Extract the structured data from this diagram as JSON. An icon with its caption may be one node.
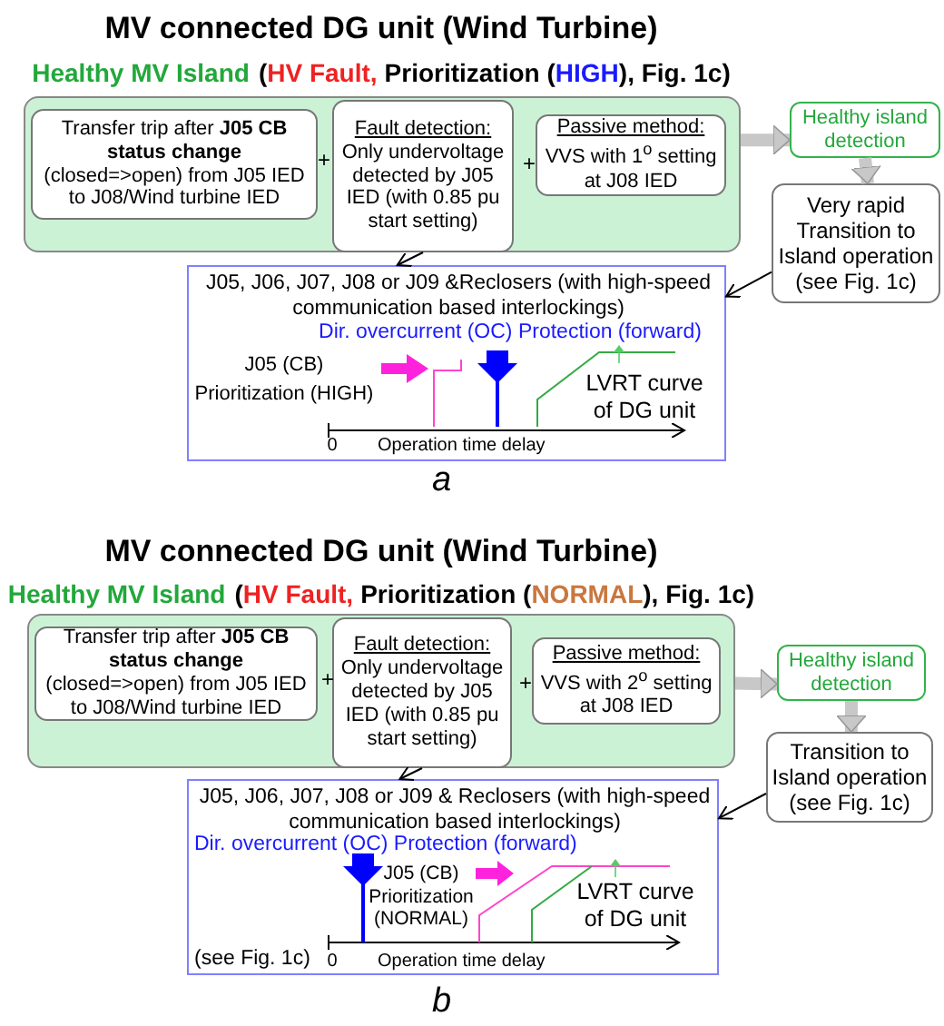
{
  "diagram": {
    "nodes": [
      {
        "text": [],
        "shape": "box"
      },
      {
        "text": [
          "Transfer trip after **J05 CB status  change** (closed=>open) from J05 IED to J08/Wind turbine IED"
        ],
        "in": 0
      },
      {
        "text": [
          "Fault detection:",
          "Only undervoltage detected by J05 IED (with 0.85 pu start setting)"
        ],
        "in": 0
      },
      {
        "text": [
          "Passive method:",
          "VVS with 1$^{o}$ setting at J08 IED"
        ],
        "in": 0
      },
      {
        "text": [
          "Healthy island detection"
        ]
      },
      {
        "text": [
          "Very rapid Transition to Island operation (see Fig. 1c)"
        ]
      },
      {
        "text": [
          "J05,  J06, J07, J08 or J09 &Reclosers (with high-speed communication based interlockings)",
          "Dir. overcurrent (OC) Protection (forward)",
          "J05 (CB) Prioritization (HIGH)",
          "LVRT curve of DG unit",
          "0",
          "Operation time delay"
        ]
      },
      {
        "text": [],
        "shape": "box"
      },
      {
        "text": [
          "Transfer trip after **J05 CB status  change** (closed=>open) from J05 IED to J08/Wind turbine IED"
        ],
        "in": 7
      },
      {
        "text": [
          "Fault detection:",
          "Only undervoltage detected by J05 IED (with 0.85 pu start setting)"
        ],
        "in": 7
      },
      {
        "text": [
          "Passive method:",
          "VVS with 2$^{o}$ setting at J08 IED"
        ],
        "in": 7
      },
      {
        "text": [
          "Healthy island detection"
        ]
      },
      {
        "text": [
          "Transition to Island operation (see Fig. 1c)"
        ]
      },
      {
        "text": [
          "J05,  J06, J07, J08 or J09 & Reclosers (with high-speed communication based interlockings)",
          "Dir. overcurrent (OC) Protection (forward)",
          "J05 (CB) Prioritization (NORMAL)",
          "LVRT curve of DG unit",
          "(see Fig. 1c)",
          "0",
          "Operation time delay"
        ]
      }
    ],
    "edges": [
      {
        "from": 0,
        "to": 4,
        "arrow": "to",
        "style": "thick",
        "color": "#c8c8c8"
      },
      {
        "from": 4,
        "to": 5,
        "arrow": "to",
        "style": "thick",
        "color": "#c8c8c8"
      },
      {
        "from": 2,
        "to": 6,
        "arrow": "to",
        "color": "#000000"
      },
      {
        "from": 5,
        "to": 6,
        "arrow": "to",
        "color": "#000000"
      },
      {
        "from": 7,
        "to": 11,
        "arrow": "to",
        "style": "thick",
        "color": "#c8c8c8"
      },
      {
        "from": 11,
        "to": 12,
        "arrow": "to",
        "style": "thick",
        "color": "#c8c8c8"
      },
      {
        "from": 9,
        "to": 13,
        "arrow": "to",
        "color": "#000000"
      },
      {
        "from": 12,
        "to": 13,
        "arrow": "to",
        "color": "#000000"
      }
    ],
    "labels": [
      "MV connected DG unit (Wind Turbine)",
      "Healthy MV Island",
      "(",
      "HV Fault,",
      "Prioritization (",
      "HIGH",
      "), Fig. 1c)",
      "+",
      "+",
      "a",
      "MV connected DG unit (Wind Turbine)",
      "Healthy MV Island",
      "(",
      "HV Fault,",
      "Prioritization (",
      "NORMAL",
      "), Fig. 1c)",
      "+",
      "+",
      "b"
    ]
  }
}
